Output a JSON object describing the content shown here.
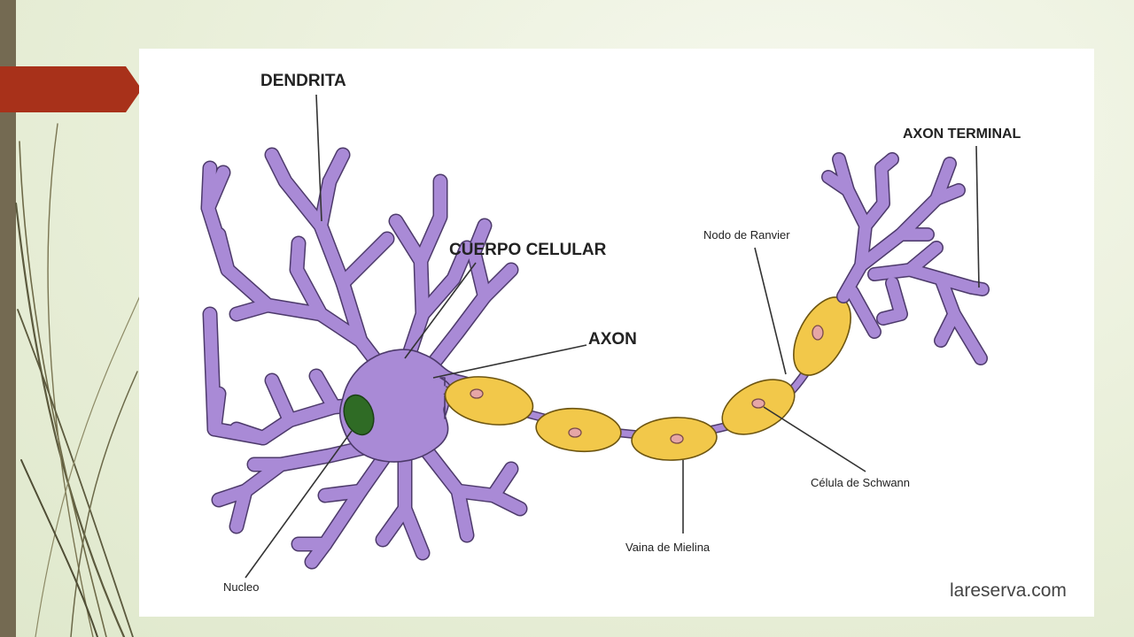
{
  "slide": {
    "accent_colors": {
      "left_bar": "#746a52",
      "tab": "#a8311a",
      "panel": "#ffffff"
    }
  },
  "diagram": {
    "labels": {
      "dendrita": "DENDRITA",
      "cuerpo_celular": "CUERPO CELULAR",
      "axon": "AXON",
      "axon_terminal": "AXON TERMINAL",
      "nodo_ranvier": "Nodo de Ranvier",
      "celula_schwann": "Célula de Schwann",
      "vaina_mielina": "Vaina de Mielina",
      "nucleo": "Nucleo"
    },
    "credit": "lareserva.com",
    "colors": {
      "neuron": "#a98ad6",
      "myelin": "#f2c84a",
      "nucleus": "#2f6b25",
      "schwann_nucleus": "#e6a6a6"
    }
  }
}
